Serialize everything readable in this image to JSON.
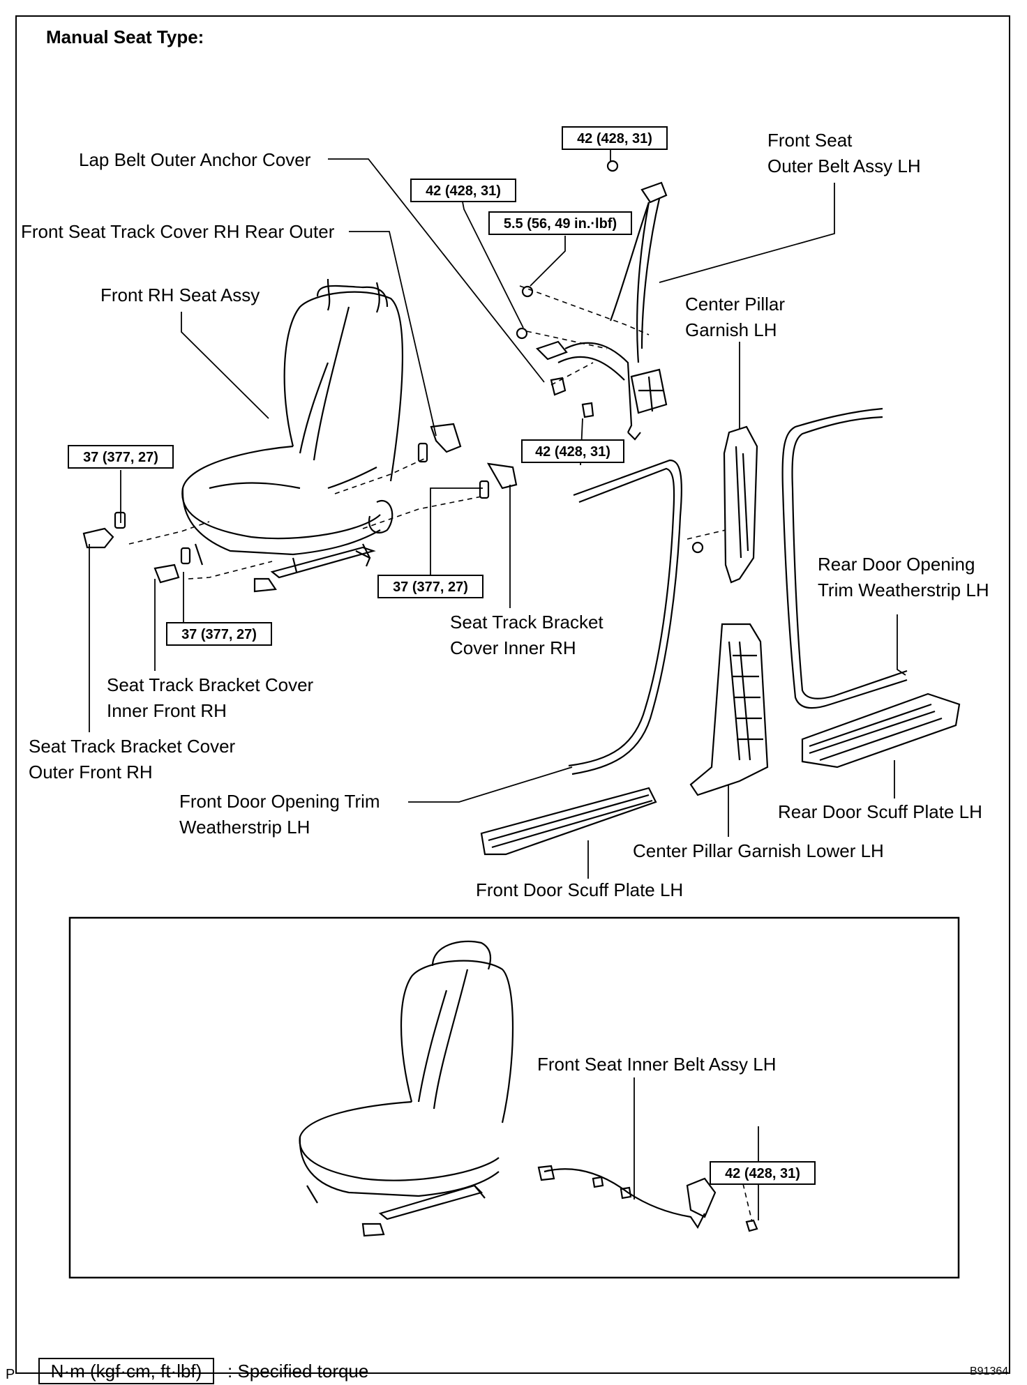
{
  "title": "Manual Seat Type:",
  "labels": {
    "lap_belt_cover": "Lap Belt Outer Anchor Cover",
    "front_seat_outer_belt": [
      "Front Seat",
      "Outer Belt Assy LH"
    ],
    "track_cover_rh_rear_outer": "Front Seat Track Cover RH Rear Outer",
    "front_rh_seat_assy": "Front RH Seat Assy",
    "center_pillar_garnish": [
      "Center Pillar",
      "Garnish LH"
    ],
    "rear_door_weatherstrip": [
      "Rear Door Opening",
      "Trim Weatherstrip LH"
    ],
    "bracket_cover_inner_rh": [
      "Seat Track Bracket",
      "Cover Inner RH"
    ],
    "bracket_cover_inner_front_rh": [
      "Seat Track Bracket Cover",
      "Inner Front RH"
    ],
    "bracket_cover_outer_front_rh": [
      "Seat Track Bracket Cover",
      "Outer Front RH"
    ],
    "front_door_weatherstrip": [
      "Front Door Opening Trim",
      "Weatherstrip LH"
    ],
    "rear_door_scuff": "Rear Door Scuff Plate LH",
    "center_pillar_lower": "Center Pillar Garnish Lower LH",
    "front_door_scuff": "Front Door Scuff Plate LH",
    "inner_belt": "Front Seat Inner Belt Assy LH"
  },
  "torques": {
    "t_top": "42 (428, 31)",
    "t_mid": "42 (428, 31)",
    "t_small": "5.5 (56, 49 in.·lbf)",
    "t_bottom_belt": "42 (428, 31)",
    "t_seat_left": "37 (377, 27)",
    "t_seat_center": "37 (377, 27)",
    "t_seat_lower": "37 (377, 27)",
    "t_inner_belt": "42 (428, 31)"
  },
  "legend": {
    "unit": "N·m (kgf·cm, ft·lbf)",
    "text": ": Specified torque"
  },
  "page_letter": "P",
  "figure_code": "B91364"
}
